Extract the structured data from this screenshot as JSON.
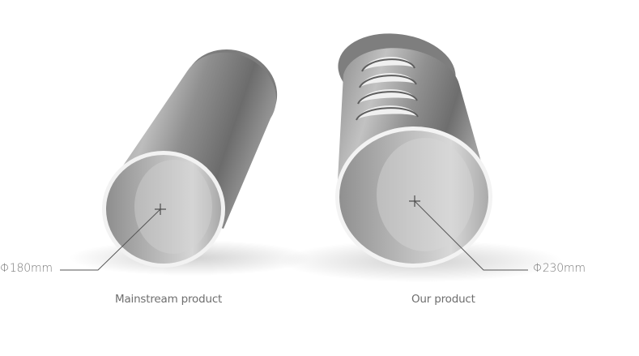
{
  "left_pipe": {
    "diameter_label": "Φ180mm",
    "caption": "Mainstream product"
  },
  "right_pipe": {
    "diameter_label": "Φ230mm",
    "caption": "Our product"
  },
  "colors": {
    "background": "#ffffff",
    "metal_dark": "#6f6f6f",
    "metal_light": "#d9d9d9",
    "rim": "#f4f4f4",
    "leader_line": "#555555",
    "text": "#6e6e6e"
  }
}
